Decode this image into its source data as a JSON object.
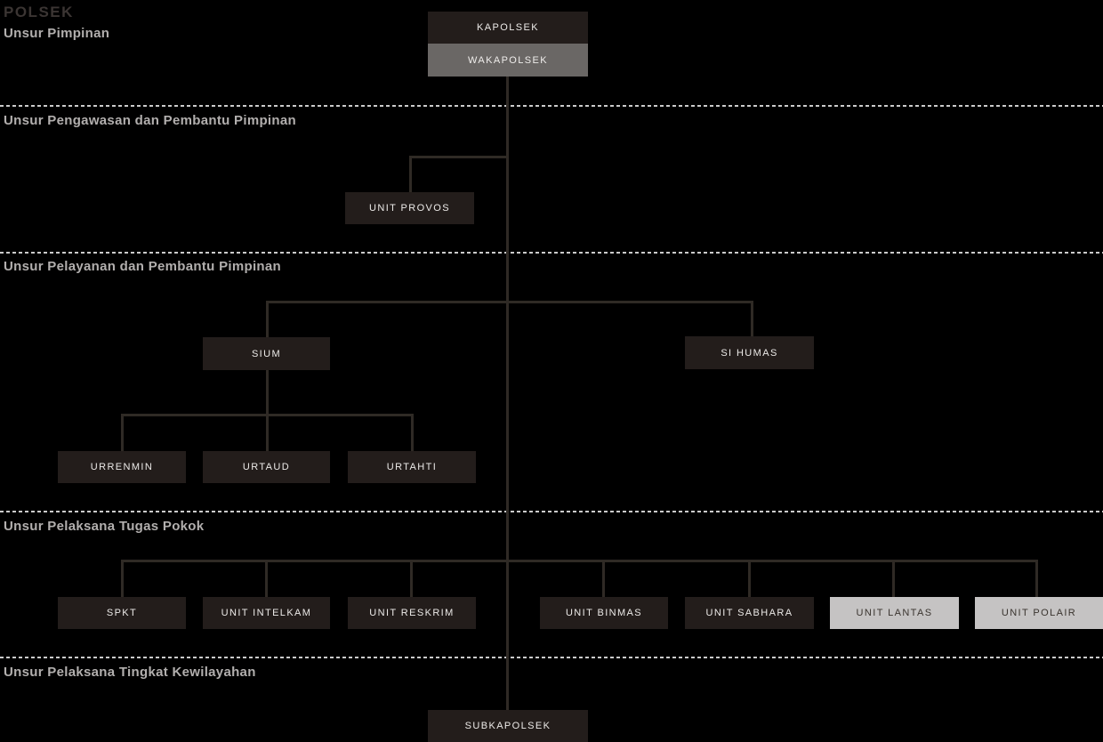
{
  "title": "POLSEK",
  "sections": [
    {
      "label": "Unsur Pimpinan"
    },
    {
      "label": "Unsur Pengawasan dan Pembantu Pimpinan"
    },
    {
      "label": "Unsur Pelayanan dan Pembantu Pimpinan"
    },
    {
      "label": "Unsur Pelaksana Tugas Pokok"
    },
    {
      "label": "Unsur Pelaksana Tingkat Kewilayahan"
    }
  ],
  "nodes": {
    "kapolsek": "KAPOLSEK",
    "wakapolsek": "WAKAPOLSEK",
    "unit_provos": "UNIT PROVOS",
    "sium": "SIUM",
    "si_humas": "SI HUMAS",
    "urrenmin": "URRENMIN",
    "urtaud": "URTAUD",
    "urtahti": "URTAHTI",
    "spkt": "SPKT",
    "unit_intelkam": "UNIT INTELKAM",
    "unit_reskrim": "UNIT RESKRIM",
    "unit_binmas": "UNIT BINMAS",
    "unit_sabhara": "UNIT SABHARA",
    "unit_lantas": "UNIT LANTAS",
    "unit_polair": "UNIT POLAIR",
    "subkapolsek": "SUBKAPOLSEK"
  },
  "colors": {
    "background": "#000000",
    "node_dark": "#231d1b",
    "node_gray": "#6a6765",
    "node_light": "#c5c3c3",
    "connector_line": "#2f2a25",
    "dashed_separator": "#cbcbcb",
    "section_label": "#b2afae",
    "title_text": "#3b3533",
    "node_text_light": "#eceae8",
    "node_text_dark": "#3a342f"
  }
}
